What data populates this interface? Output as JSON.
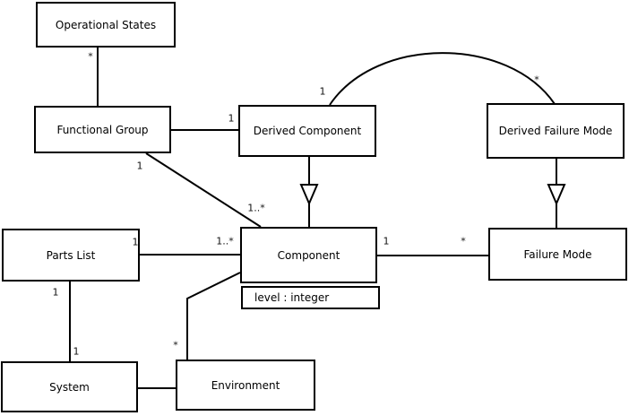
{
  "diagram": {
    "type": "uml-class-diagram",
    "background_color": "#ffffff",
    "line_color": "#000000",
    "classes": [
      {
        "id": "operational-states",
        "name": "Operational States"
      },
      {
        "id": "functional-group",
        "name": "Functional Group"
      },
      {
        "id": "derived-component",
        "name": "Derived Component"
      },
      {
        "id": "derived-failure-mode",
        "name": "Derived Failure Mode"
      },
      {
        "id": "parts-list",
        "name": "Parts List"
      },
      {
        "id": "component",
        "name": "Component",
        "attributes": [
          "level : integer"
        ]
      },
      {
        "id": "failure-mode",
        "name": "Failure Mode"
      },
      {
        "id": "system",
        "name": "System"
      },
      {
        "id": "environment",
        "name": "Environment"
      }
    ],
    "relationships": [
      {
        "from": "Functional Group",
        "to": "Operational States",
        "type": "association",
        "label_at_to": "*"
      },
      {
        "from": "Functional Group",
        "to": "Derived Component",
        "type": "association",
        "label_at_to": "1"
      },
      {
        "from": "Functional Group",
        "to": "Component",
        "type": "association",
        "label_at_from": "1",
        "label_at_to": "1..*"
      },
      {
        "from": "Derived Component",
        "to": "Component",
        "type": "generalization"
      },
      {
        "from": "Derived Failure Mode",
        "to": "Failure Mode",
        "type": "generalization"
      },
      {
        "from": "Derived Component",
        "to": "Derived Failure Mode",
        "type": "association",
        "label_at_from": "1",
        "label_at_to": "*"
      },
      {
        "from": "Parts List",
        "to": "Component",
        "type": "association",
        "label_at_from": "1",
        "label_at_to": "1..*"
      },
      {
        "from": "Component",
        "to": "Failure Mode",
        "type": "association",
        "label_at_from": "1",
        "label_at_to": "*"
      },
      {
        "from": "Parts List",
        "to": "System",
        "type": "association",
        "label_at_from": "1",
        "label_at_to": "1"
      },
      {
        "from": "System",
        "to": "Environment",
        "type": "association"
      },
      {
        "from": "Component",
        "to": "Environment",
        "type": "association",
        "label_at_to": "*"
      }
    ],
    "multiplicities": [
      {
        "text": "*"
      },
      {
        "text": "1"
      },
      {
        "text": "*"
      },
      {
        "text": "1"
      },
      {
        "text": "1"
      },
      {
        "text": "1..*"
      },
      {
        "text": "1..*"
      },
      {
        "text": "1"
      },
      {
        "text": "1"
      },
      {
        "text": "*"
      },
      {
        "text": "1"
      },
      {
        "text": "1"
      },
      {
        "text": "*"
      }
    ]
  }
}
